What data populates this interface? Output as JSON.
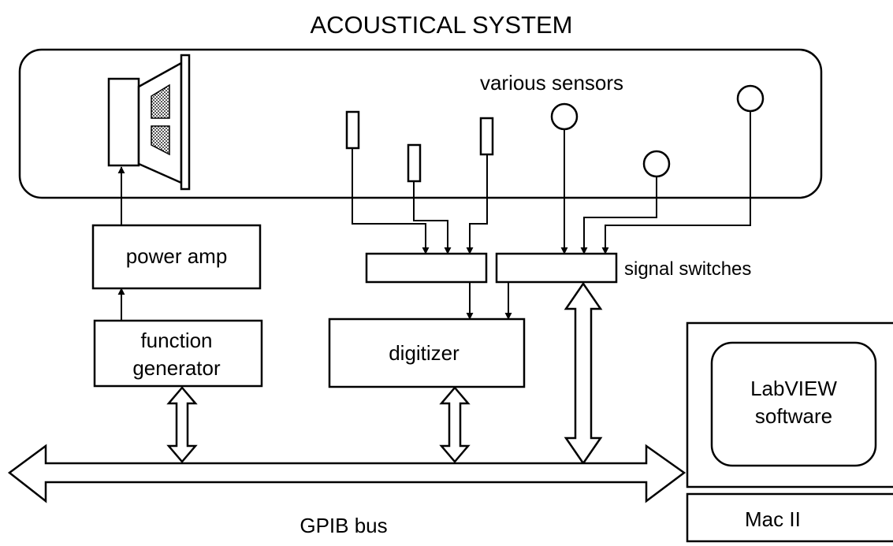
{
  "title": "ACOUSTICAL SYSTEM",
  "sensors_label": "various sensors",
  "power_amp": "power amp",
  "function_generator": [
    "function",
    "generator"
  ],
  "digitizer": "digitizer",
  "signal_switches": "signal switches",
  "labview": [
    "LabVIEW",
    "software"
  ],
  "mac": "Mac II",
  "gpib": "GPIB  bus",
  "colors": {
    "ink": "#000000",
    "paper": "#ffffff",
    "speaker_cone_fill": "#555555"
  }
}
